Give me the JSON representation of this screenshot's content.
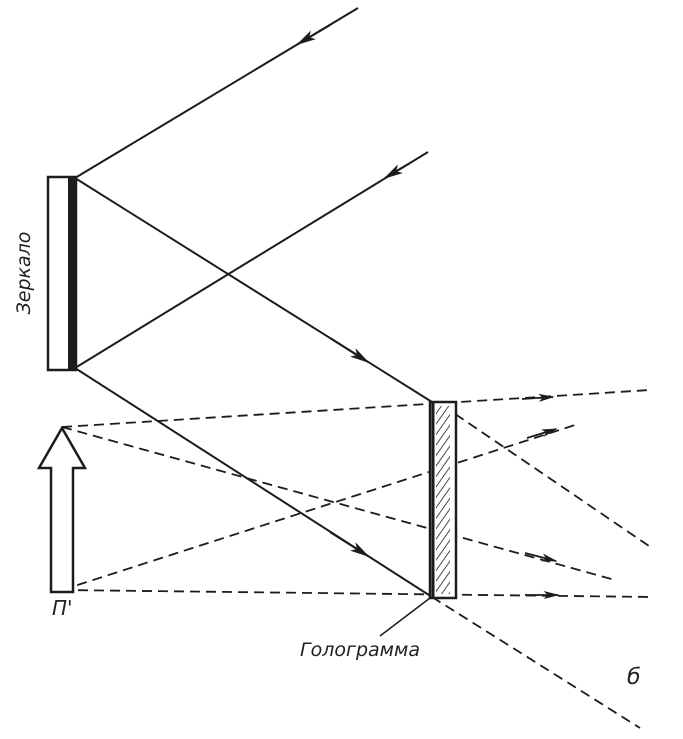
{
  "labels": {
    "mirror": "Зеркало",
    "object": "П'",
    "hologram": "Голограмма",
    "panel": "б"
  },
  "colors": {
    "ink": "#1c1c1c",
    "background": "#ffffff"
  }
}
